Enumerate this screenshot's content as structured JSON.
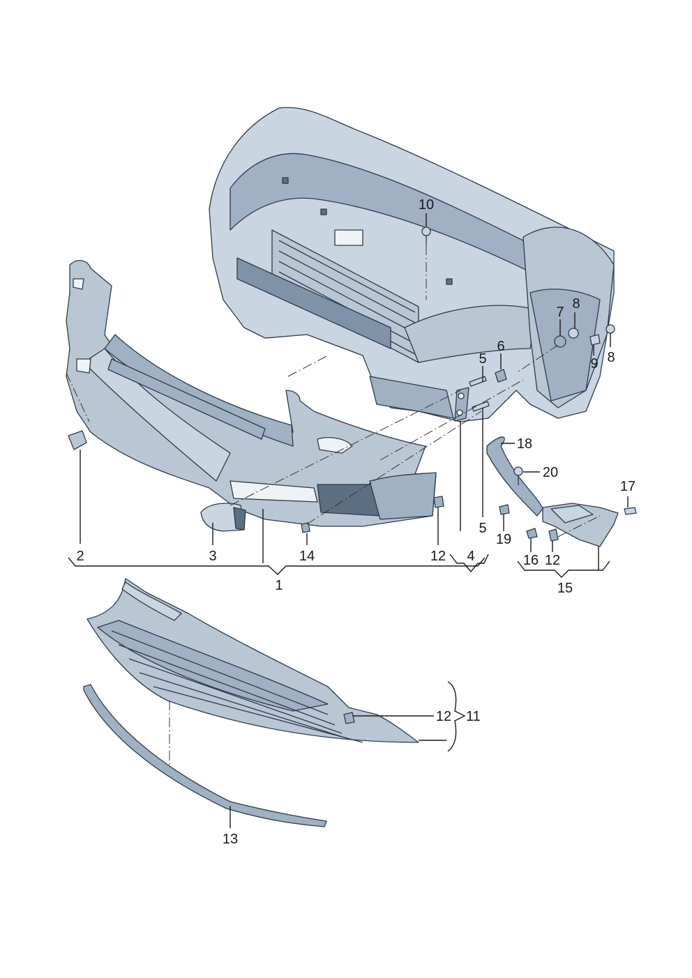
{
  "callouts": {
    "c1": "1",
    "c2": "2",
    "c3": "3",
    "c4": "4",
    "c5a": "5",
    "c5b": "5",
    "c6": "6",
    "c7": "7",
    "c8a": "8",
    "c8b": "8",
    "c9": "9",
    "c10": "10",
    "c11": "11",
    "c12a": "12",
    "c12b": "12",
    "c12c": "12",
    "c13": "13",
    "c14": "14",
    "c15": "15",
    "c16": "16",
    "c17": "17",
    "c18": "18",
    "c19": "19",
    "c20": "20"
  },
  "colors": {
    "part_fill_light": "#c9d5e0",
    "part_fill_mid": "#b9c7d4",
    "part_fill_shade": "#9fb1c3",
    "part_outline": "#2d3b4a",
    "label_text": "#1a1a1a"
  }
}
